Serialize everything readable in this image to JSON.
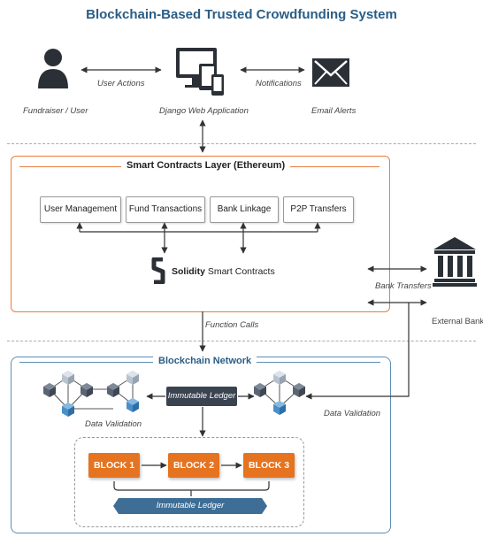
{
  "title": "Blockchain-Based Trusted Crowdfunding System",
  "top_row": {
    "fundraiser_label": "Fundraiser / User",
    "user_actions_label": "User Actions",
    "webapp_label": "Django Web Application",
    "notifications_label": "Notifications",
    "email_label": "Email Alerts"
  },
  "smart_layer": {
    "title": "Smart Contracts Layer (Ethereum)",
    "modules": [
      "User Management",
      "Fund Transactions",
      "Bank Linkage",
      "P2P Transfers"
    ],
    "solidity_bold": "Solidity",
    "solidity_rest": "Smart Contracts",
    "function_calls_label": "Function Calls"
  },
  "bank": {
    "transfers_label": "Bank Transfers",
    "external_label": "External Bank"
  },
  "blockchain": {
    "title": "Blockchain Network",
    "immutable_ledger_label": "Immutable Ledger",
    "data_validation_left": "Data Validation",
    "data_validation_right": "Data Validation",
    "blocks": [
      "BLOCK 1",
      "BLOCK 2",
      "BLOCK 3"
    ],
    "ribbon_label": "Immutable Ledger"
  },
  "colors": {
    "title_blue": "#2a5d86",
    "orange": "#e87d3e",
    "block_orange": "#e6731f",
    "network_blue": "#5b8fb5",
    "dark_ledger": "#3a4350"
  },
  "icons": [
    "user-icon",
    "devices-icon",
    "envelope-icon",
    "bank-icon",
    "solidity-icon",
    "node-cluster-icon"
  ]
}
